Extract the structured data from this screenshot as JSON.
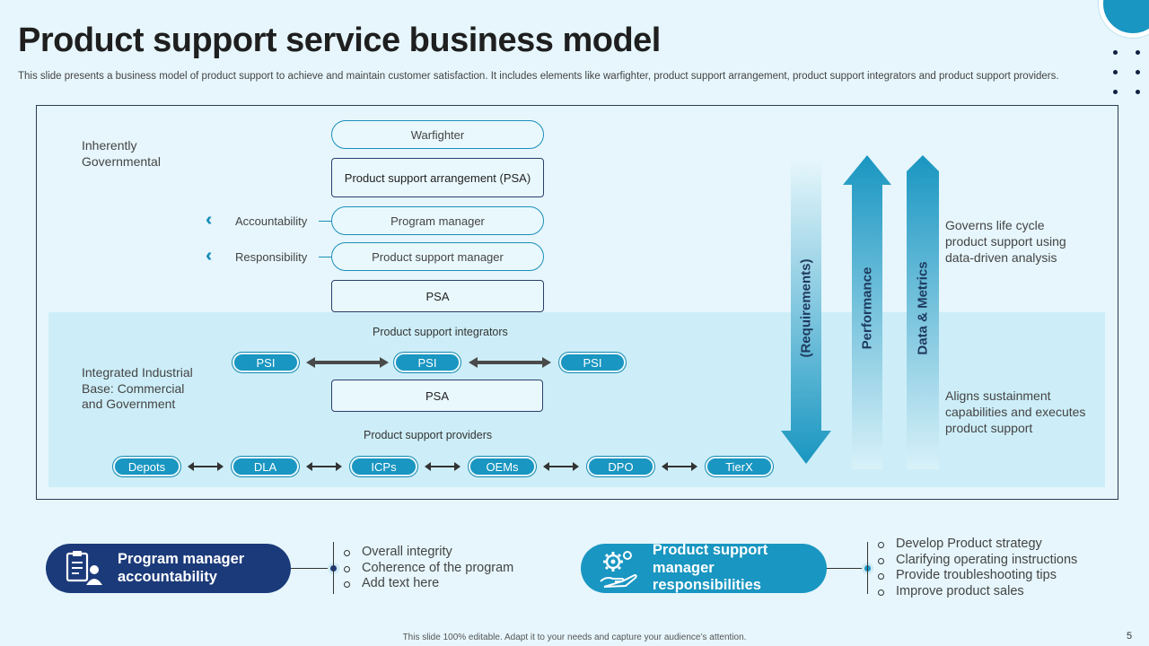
{
  "title": "Product support service business model",
  "subtitle": "This slide presents a business model of product support to achieve and maintain customer satisfaction. It includes elements like warfighter, product support arrangement, product support integrators and product support providers.",
  "left_labels": {
    "governmental": [
      "Inherently",
      "Governmental"
    ],
    "industrial": [
      "Integrated Industrial",
      "Base: Commercial",
      "and Government"
    ]
  },
  "upper_nodes": {
    "warfighter": "Warfighter",
    "psa_arrangement": "Product support arrangement (PSA)",
    "program_manager": "Program manager",
    "product_support_manager": "Product support manager",
    "psa": "PSA"
  },
  "roles": {
    "accountability": "Accountability",
    "responsibility": "Responsibility"
  },
  "integrators": {
    "label": "Product support integrators",
    "items": [
      "PSI",
      "PSI",
      "PSI"
    ],
    "psa": "PSA"
  },
  "providers": {
    "label": "Product support providers",
    "items": [
      "Depots",
      "DLA",
      "ICPs",
      "OEMs",
      "DPO",
      "TierX"
    ]
  },
  "arrows": {
    "requirements": "(Requirements)",
    "performance": "Performance",
    "data_metrics": "Data & Metrics"
  },
  "right_text": {
    "top": [
      "Governs life cycle",
      "product support using",
      "data-driven analysis"
    ],
    "bottom": [
      "Aligns sustainment",
      "capabilities and executes",
      "product support"
    ]
  },
  "cards": {
    "program_manager": {
      "title_lines": [
        "Program manager",
        "accountability"
      ],
      "bullets": [
        "Overall integrity",
        "Coherence of the program",
        "Add text here"
      ]
    },
    "product_support_manager": {
      "title_lines": [
        "Product support",
        "manager responsibilities"
      ],
      "bullets": [
        "Develop Product strategy",
        "Clarifying operating instructions",
        "Provide troubleshooting tips",
        "Improve product sales"
      ]
    }
  },
  "footer": "This slide 100% editable. Adapt it to your needs and capture your audience’s attention.",
  "page_number": "5",
  "colors": {
    "background": "#e6f6fc",
    "teal": "#1996c1",
    "navy": "#1b3a7a"
  }
}
